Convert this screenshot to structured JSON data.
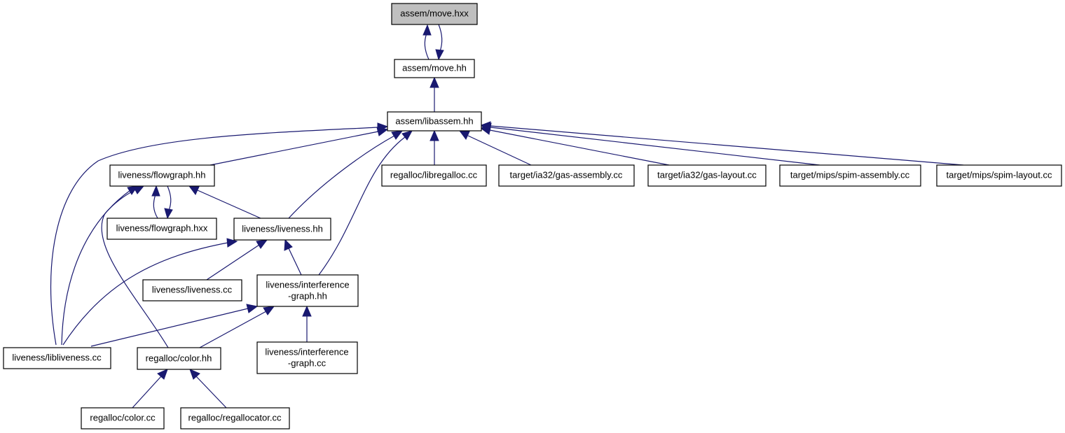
{
  "graph": {
    "edge_color": "#191970",
    "current_node_fill": "#bfbfbf",
    "nodes": {
      "move_hxx": [
        "assem/move.hxx"
      ],
      "move_hh": [
        "assem/move.hh"
      ],
      "libassem_hh": [
        "assem/libassem.hh"
      ],
      "flowgraph_hh": [
        "liveness/flowgraph.hh"
      ],
      "libregalloc_cc": [
        "regalloc/libregalloc.cc"
      ],
      "ia32_gas_assembly": [
        "target/ia32/gas-assembly.cc"
      ],
      "ia32_gas_layout": [
        "target/ia32/gas-layout.cc"
      ],
      "mips_spim_assembly": [
        "target/mips/spim-assembly.cc"
      ],
      "mips_spim_layout": [
        "target/mips/spim-layout.cc"
      ],
      "flowgraph_hxx": [
        "liveness/flowgraph.hxx"
      ],
      "liveness_hh": [
        "liveness/liveness.hh"
      ],
      "liveness_cc": [
        "liveness/liveness.cc"
      ],
      "interference_graph_hh": [
        "liveness/interference",
        "-graph.hh"
      ],
      "libliveness_cc": [
        "liveness/libliveness.cc"
      ],
      "color_hh": [
        "regalloc/color.hh"
      ],
      "interference_graph_cc": [
        "liveness/interference",
        "-graph.cc"
      ],
      "color_cc": [
        "regalloc/color.cc"
      ],
      "regallocator_cc": [
        "regalloc/regallocator.cc"
      ]
    }
  }
}
